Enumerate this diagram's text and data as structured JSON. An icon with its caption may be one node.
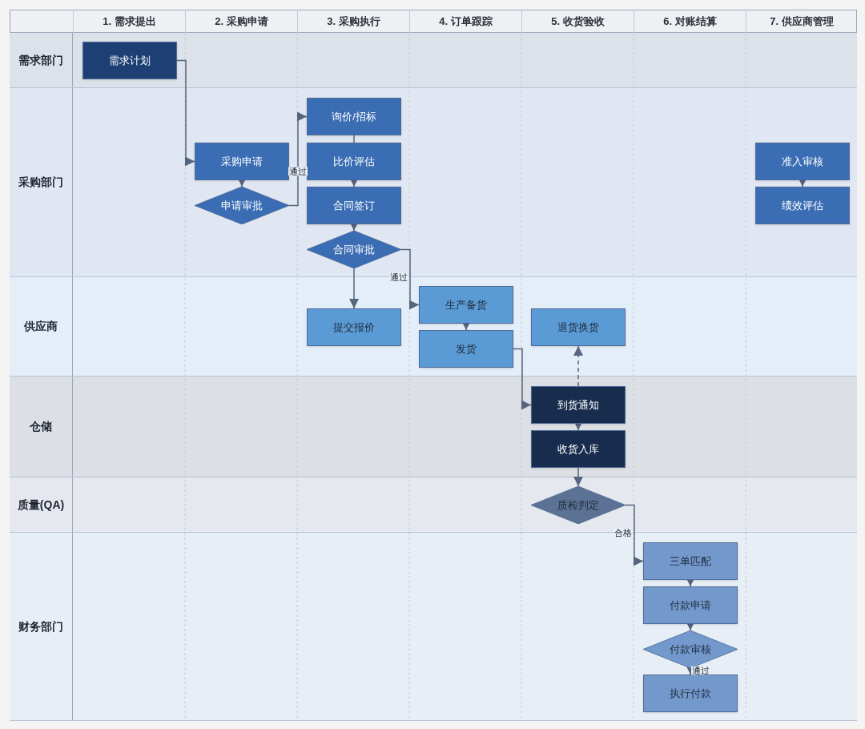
{
  "diagram": {
    "nodes": [
      {
        "text": [
          "需求部门"
        ]
      },
      {
        "text": [
          "需求计划"
        ],
        "in": 0
      },
      {
        "text": [
          "采购部门"
        ]
      },
      {
        "text": [
          "采购申请"
        ],
        "in": 2
      },
      {
        "text": [
          "申请审批"
        ],
        "in": 2
      },
      {
        "text": [
          "询价/招标"
        ],
        "in": 2
      },
      {
        "text": [
          "比价评估"
        ],
        "in": 2
      },
      {
        "text": [
          "合同签订"
        ],
        "in": 2
      },
      {
        "text": [
          "合同审批"
        ],
        "in": 2
      },
      {
        "text": [
          "准入审核"
        ],
        "in": 2
      },
      {
        "text": [
          "绩效评估"
        ],
        "in": 2
      },
      {
        "text": [
          "供应商"
        ]
      },
      {
        "text": [
          "提交报价"
        ],
        "in": 11
      },
      {
        "text": [
          "生产备货"
        ],
        "in": 11
      },
      {
        "text": [
          "发货"
        ],
        "in": 11
      },
      {
        "text": [
          "退货换货"
        ],
        "in": 11
      },
      {
        "text": [
          "仓储"
        ]
      },
      {
        "text": [
          "到货通知"
        ],
        "in": 16
      },
      {
        "text": [
          "收货入库"
        ],
        "in": 16
      },
      {
        "text": [
          "质量(QA)"
        ]
      },
      {
        "text": [
          "质检判定"
        ],
        "in": 19
      },
      {
        "text": [
          "财务部门"
        ]
      },
      {
        "text": [
          "三单匹配"
        ],
        "in": 21
      },
      {
        "text": [
          "付款申请"
        ],
        "in": 21
      },
      {
        "text": [
          "付款审核"
        ],
        "in": 21
      },
      {
        "text": [
          "执行付款"
        ],
        "in": 21
      }
    ],
    "edges": [
      {
        "from": 1,
        "to": 3,
        "arrow": "to"
      },
      {
        "from": 3,
        "to": 4,
        "arrow": "to"
      },
      {
        "from": 4,
        "to": 5,
        "arrow": "to",
        "label": "通过"
      },
      {
        "from": 5,
        "to": 6,
        "arrow": "none"
      },
      {
        "from": 6,
        "to": 7,
        "arrow": "to"
      },
      {
        "from": 7,
        "to": 8,
        "arrow": "to"
      },
      {
        "from": 8,
        "to": 12,
        "arrow": "to"
      },
      {
        "from": 8,
        "to": 13,
        "arrow": "to",
        "label": "通过"
      },
      {
        "from": 13,
        "to": 14,
        "arrow": "to"
      },
      {
        "from": 14,
        "to": 17,
        "arrow": "to"
      },
      {
        "from": 17,
        "to": 15,
        "arrow": "to",
        "style": "dashed"
      },
      {
        "from": 17,
        "to": 18,
        "arrow": "to"
      },
      {
        "from": 18,
        "to": 20,
        "arrow": "to"
      },
      {
        "from": 20,
        "to": 22,
        "arrow": "to",
        "label": "合格"
      },
      {
        "from": 22,
        "to": 23,
        "arrow": "to"
      },
      {
        "from": 23,
        "to": 24,
        "arrow": "to"
      },
      {
        "from": 24,
        "to": 25,
        "arrow": "to",
        "label": "通过"
      },
      {
        "from": 9,
        "to": 10,
        "arrow": "to"
      }
    ],
    "labels": [
      "1. 需求提出",
      "2. 采购申请",
      "3. 采购执行",
      "4. 订单跟踪",
      "5. 收货验收",
      "6. 对账结算",
      "7. 供应商管理"
    ]
  }
}
